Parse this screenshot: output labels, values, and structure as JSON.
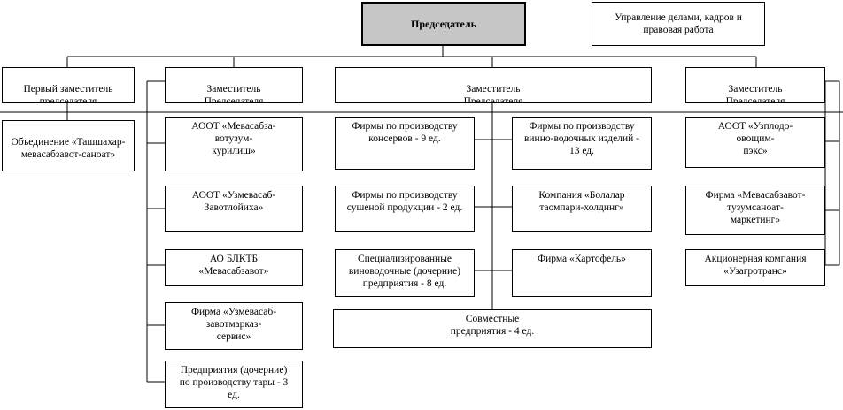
{
  "chairman": "Председатель",
  "office": "Управление делами, кадров и правовая работа",
  "first_deputy": {
    "title": "Первый заместитель председателя",
    "units": [
      "Объединение «Ташшахар-мевасабзавот-саноат»"
    ]
  },
  "deputy_2": {
    "title": "Заместитель\nПредседателя",
    "units": [
      "АООТ «Мевасабза-\nвотузум-\nкурилиш»",
      "АООТ «Узмевасаб-\nЗавотлойиха»",
      "АО БЛКТБ\n«Мевасабзавот»",
      "Фирма «Узмевасаб-\nзавотмарказ-\nсервис»",
      "Предприятия (дочерние)\nпо производству тары - 3\nед."
    ]
  },
  "deputy_3": {
    "title": "Заместитель\nПредседателя",
    "left_units": [
      "Фирмы по производству\nконсервов - 9 ед.",
      "Фирмы по производству\nсушеной продукции - 2 ед.",
      "Специализированные\nвиноводочные (дочерние)\nпредприятия - 8 ед."
    ],
    "right_units": [
      "Фирмы по производству\nвинно-водочных изделий -\n13 ед.",
      "Компания «Болалар\nтаомпари-холдинг»",
      "Фирма «Картофель»"
    ],
    "bottom_unit": "Совместные\nпредприятия - 4 ед."
  },
  "deputy_4": {
    "title": "Заместитель\nПредседателя",
    "units": [
      "АООТ «Узплодо-\nовощим-\nпэкс»",
      "Фирма «Мевасабзавот-\nтузумсаноат-\nмаркетинг»",
      "Акционерная компания\n«Узагротранс»"
    ]
  }
}
